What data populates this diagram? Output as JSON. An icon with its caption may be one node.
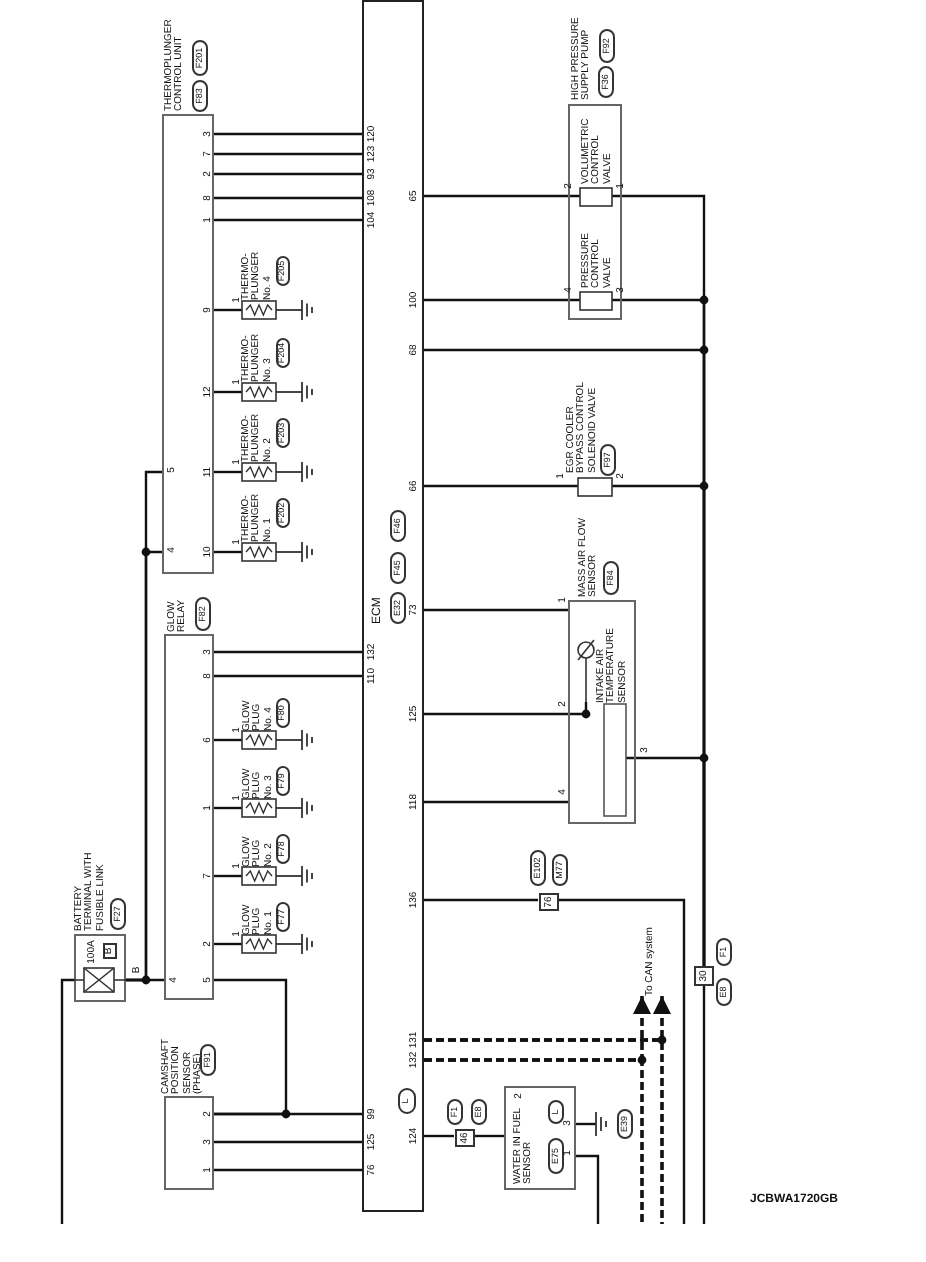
{
  "diagram": {
    "nodes": [
      {
        "text": [
          "ECM",
          "E32",
          "F45",
          "F46"
        ]
      },
      {
        "text": [
          "THERMOPLUNGER CONTROL UNIT",
          "F83",
          "F201"
        ]
      },
      {
        "text": [
          "THERMO-PLUNGER No. 4",
          "F205"
        ]
      },
      {
        "text": [
          "THERMO-PLUNGER No. 3",
          "F204"
        ]
      },
      {
        "text": [
          "THERMO-PLUNGER No. 2",
          "F203"
        ]
      },
      {
        "text": [
          "THERMO-PLUNGER No. 1",
          "F202"
        ]
      },
      {
        "text": [
          "GLOW RELAY",
          "F82"
        ]
      },
      {
        "text": [
          "GLOW PLUG No. 4",
          "F80"
        ]
      },
      {
        "text": [
          "GLOW PLUG No. 3",
          "F79"
        ]
      },
      {
        "text": [
          "GLOW PLUG No. 2",
          "F78"
        ]
      },
      {
        "text": [
          "GLOW PLUG No. 1",
          "F77"
        ]
      },
      {
        "text": [
          "BATTERY TERMINAL WITH FUSIBLE LINK",
          "100A",
          "B",
          "F27"
        ]
      },
      {
        "text": [
          "CAMSHAFT POSITION SENSOR (PHASE)",
          "F91"
        ]
      },
      {
        "text": [
          "HIGH PRESSURE SUPPLY PUMP",
          "F36",
          "F92"
        ]
      },
      {
        "text": [
          "VOLUMETRIC CONTROL VALVE"
        ],
        "in": 13
      },
      {
        "text": [
          "PRESSURE CONTROL VALVE"
        ],
        "in": 13
      },
      {
        "text": [
          "EGR COOLER BYPASS CONTROL SOLENOID VALVE",
          "F97"
        ]
      },
      {
        "text": [
          "MASS AIR FLOW SENSOR",
          "F84"
        ]
      },
      {
        "text": [
          "INTAKE AIR TEMPERATURE SENSOR"
        ],
        "in": 17
      },
      {
        "text": [
          "76",
          "E102",
          "M77"
        ]
      },
      {
        "text": [
          "30",
          "F1",
          "E8"
        ]
      },
      {
        "text": [
          "To CAN system"
        ]
      },
      {
        "text": [
          "46",
          "F1",
          "E8"
        ]
      },
      {
        "text": [
          "WATER IN FUEL SENSOR",
          "L",
          "E75"
        ]
      }
    ],
    "edges": [
      {
        "from": 1,
        "to": 0,
        "arrow": "none"
      },
      {
        "from": 1,
        "to": 0,
        "arrow": "none"
      },
      {
        "from": 1,
        "to": 0,
        "arrow": "none"
      },
      {
        "from": 1,
        "to": 0,
        "arrow": "none"
      },
      {
        "from": 1,
        "to": 0,
        "arrow": "none"
      },
      {
        "from": 1,
        "to": 2,
        "arrow": "none"
      },
      {
        "from": 1,
        "to": 3,
        "arrow": "none"
      },
      {
        "from": 1,
        "to": 4,
        "arrow": "none"
      },
      {
        "from": 1,
        "to": 5,
        "arrow": "none"
      },
      {
        "from": 11,
        "to": 1,
        "arrow": "none"
      },
      {
        "from": 11,
        "to": 1,
        "arrow": "none"
      },
      {
        "from": 11,
        "to": 6,
        "arrow": "none"
      },
      {
        "from": 11,
        "to": null,
        "arrow": "none"
      },
      {
        "from": 6,
        "to": 0,
        "arrow": "none"
      },
      {
        "from": 6,
        "to": 0,
        "arrow": "none"
      },
      {
        "from": 6,
        "to": 7,
        "arrow": "none"
      },
      {
        "from": 6,
        "to": 8,
        "arrow": "none"
      },
      {
        "from": 6,
        "to": 9,
        "arrow": "none"
      },
      {
        "from": 6,
        "to": 10,
        "arrow": "none"
      },
      {
        "from": 6,
        "to": 12,
        "arrow": "none"
      },
      {
        "from": 12,
        "to": 0,
        "arrow": "none"
      },
      {
        "from": 12,
        "to": 0,
        "arrow": "none"
      },
      {
        "from": 12,
        "to": 0,
        "arrow": "none"
      },
      {
        "from": 0,
        "to": 14,
        "arrow": "none"
      },
      {
        "from": 14,
        "to": 20,
        "arrow": "none"
      },
      {
        "from": 20,
        "to": null,
        "arrow": "none"
      },
      {
        "from": 0,
        "to": 15,
        "arrow": "none"
      },
      {
        "from": 15,
        "to": 20,
        "arrow": "none"
      },
      {
        "from": 0,
        "to": 20,
        "arrow": "none"
      },
      {
        "from": 0,
        "to": 16,
        "arrow": "none"
      },
      {
        "from": 16,
        "to": 20,
        "arrow": "none"
      },
      {
        "from": 0,
        "to": 17,
        "arrow": "none"
      },
      {
        "from": 0,
        "to": 18,
        "arrow": "none"
      },
      {
        "from": 0,
        "to": 17,
        "arrow": "none"
      },
      {
        "from": 17,
        "to": 20,
        "arrow": "none"
      },
      {
        "from": 0,
        "to": 19,
        "arrow": "none"
      },
      {
        "from": 19,
        "to": null,
        "arrow": "none"
      },
      {
        "from": 0,
        "to": 21,
        "arrow": "to",
        "style": "dashed"
      },
      {
        "from": 0,
        "to": 21,
        "arrow": "to",
        "style": "dashed"
      },
      {
        "from": 0,
        "to": null,
        "arrow": "none",
        "style": "dashed"
      },
      {
        "from": 0,
        "to": null,
        "arrow": "none",
        "style": "dashed"
      },
      {
        "from": 0,
        "to": 22,
        "arrow": "none"
      },
      {
        "from": 22,
        "to": 23,
        "arrow": "none"
      },
      {
        "from": 23,
        "to": null,
        "arrow": "none"
      },
      {
        "from": 23,
        "to": null,
        "arrow": "none"
      }
    ],
    "labels": [
      "3",
      "7",
      "2",
      "8",
      "1",
      "120",
      "123",
      "93",
      "108",
      "104",
      "65",
      "2",
      "1",
      "9",
      "1",
      "100",
      "4",
      "3",
      "68",
      "12",
      "1",
      "5",
      "11",
      "1",
      "66",
      "1",
      "2",
      "4",
      "10",
      "1",
      "73",
      "1",
      "132",
      "3",
      "110",
      "8",
      "125",
      "2",
      "6",
      "1",
      "3",
      "118",
      "4",
      "1",
      "1",
      "7",
      "1",
      "136",
      "2",
      "1",
      "B",
      "4",
      "5",
      "131",
      "132",
      "L",
      "2",
      "99",
      "2",
      "124",
      "3",
      "E39",
      "3",
      "125",
      "1",
      "1",
      "76",
      "JCBWA1720GB"
    ]
  }
}
